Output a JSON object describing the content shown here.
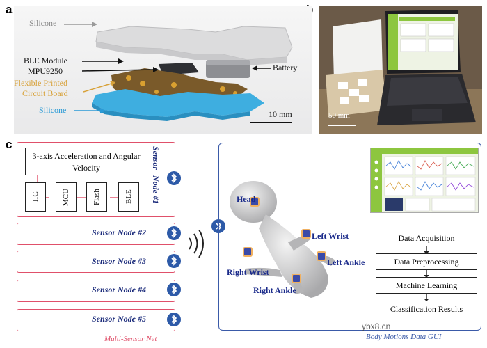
{
  "panels": {
    "a": "a",
    "b": "b",
    "c": "c"
  },
  "panel_a": {
    "silicone_top": "Silicone",
    "ble_module": "BLE Module",
    "mpu": "MPU9250",
    "fpcb_line1": "Flexible Printed",
    "fpcb_line2": "Circuit Board",
    "silicone_bottom": "Silicone",
    "battery": "Battery",
    "scale": "10 mm"
  },
  "panel_b": {
    "scale": "50 mm"
  },
  "panel_c": {
    "node1": {
      "title_line1": "Sensor",
      "title_line2": "Node #1",
      "top_block": "3-axis Acceleration and Angular Velocity",
      "blocks": [
        "IIC",
        "MCU",
        "Flash",
        "BLE"
      ]
    },
    "nodes": [
      "Sensor Node #2",
      "Sensor Node #3",
      "Sensor Node #4",
      "Sensor Node #5"
    ],
    "multi_net": "Multi-Sensor Net",
    "body_labels": {
      "head": "Head",
      "left_wrist": "Left Wrist",
      "left_ankle": "Left Ankle",
      "right_wrist": "Right Wrist",
      "right_ankle": "Right Ankle"
    },
    "flow": [
      "Data Acquisition",
      "Data Preprocessing",
      "Machine Learning",
      "Classification Results"
    ],
    "gui_caption": "Body Motions Data GUI",
    "watermark": "ybx8.cn"
  },
  "colors": {
    "node_border": "#e0506a",
    "gui_border": "#3a5aa8",
    "bluetooth": "#2d5aa8",
    "gui_green": "#8dc63f",
    "fpcb_text": "#d8a23a",
    "silicone_text": "#2a9ad6"
  }
}
